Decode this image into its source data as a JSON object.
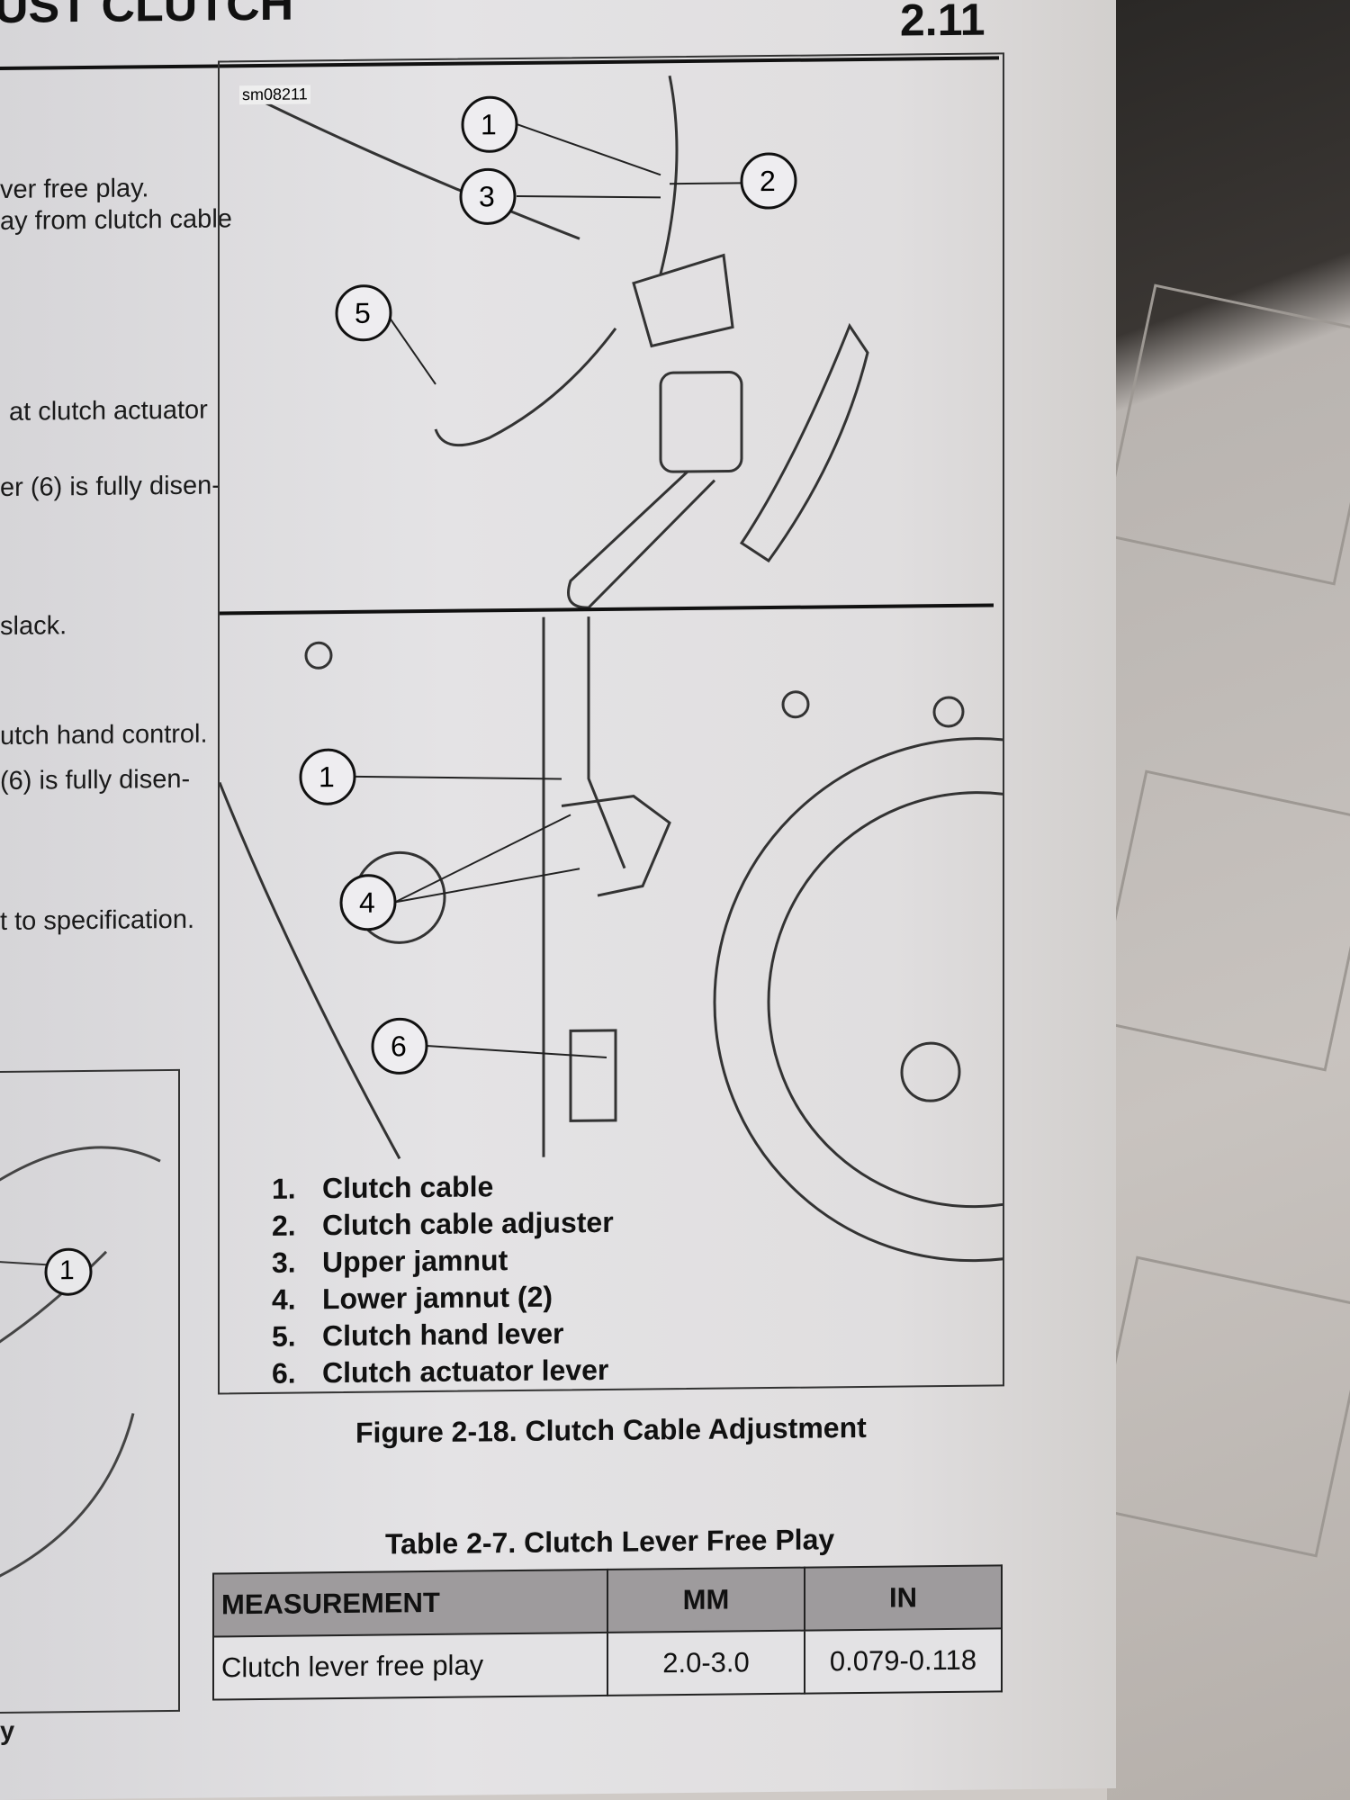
{
  "header": {
    "title_fragment": "UST CLUTCH",
    "section_number": "2.11"
  },
  "left_column": {
    "lines": [
      "ver free play.",
      "ay from clutch cable",
      "at clutch actuator",
      "er (6) is fully disen-",
      "slack.",
      "utch hand control.",
      "(6) is fully disen-",
      "t to specification."
    ],
    "figure_callout": "1",
    "footer_fragment": "y"
  },
  "figure": {
    "id_label": "sm08211",
    "callouts_upper": [
      "1",
      "2",
      "3",
      "5"
    ],
    "callouts_lower": [
      "1",
      "4",
      "6"
    ],
    "legend": [
      {
        "num": "1.",
        "text": "Clutch cable"
      },
      {
        "num": "2.",
        "text": "Clutch cable adjuster"
      },
      {
        "num": "3.",
        "text": "Upper jamnut"
      },
      {
        "num": "4.",
        "text": "Lower jamnut (2)"
      },
      {
        "num": "5.",
        "text": "Clutch hand lever"
      },
      {
        "num": "6.",
        "text": "Clutch actuator lever"
      }
    ],
    "caption": "Figure 2-18. Clutch Cable Adjustment"
  },
  "table": {
    "title": "Table 2-7. Clutch Lever Free Play",
    "headers": [
      "MEASUREMENT",
      "MM",
      "IN"
    ],
    "rows": [
      [
        "Clutch lever free play",
        "2.0-3.0",
        "0.079-0.118"
      ]
    ]
  }
}
